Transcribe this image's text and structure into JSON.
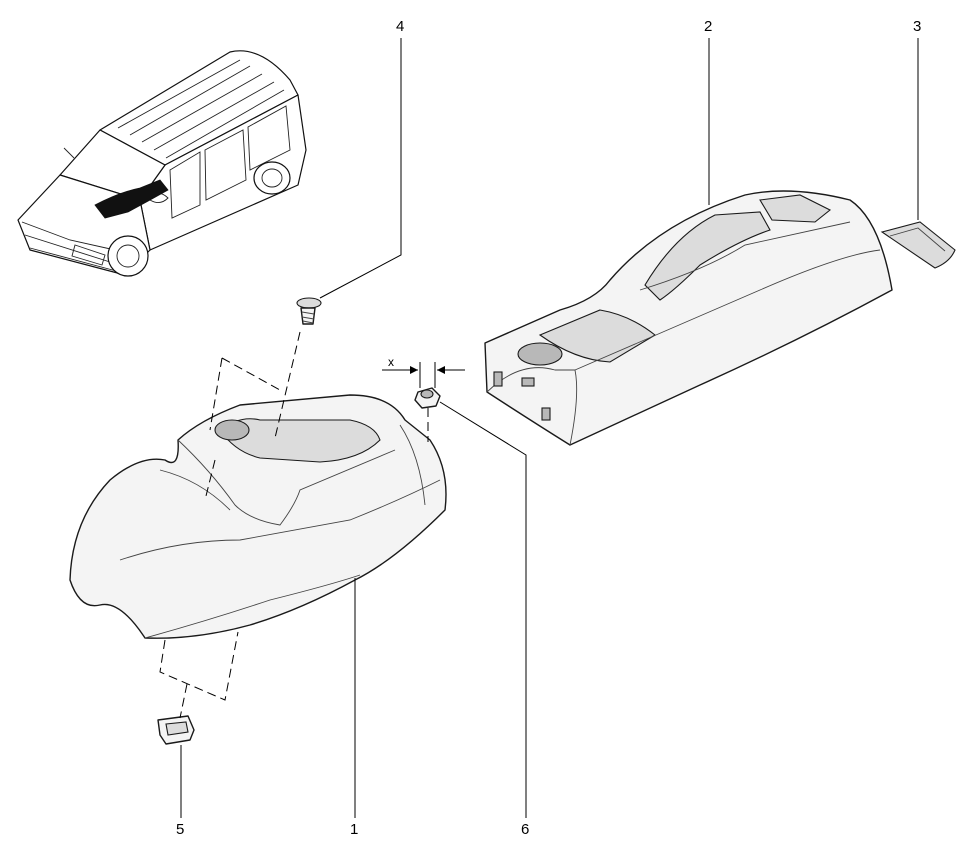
{
  "callouts": [
    {
      "id": "1",
      "label": "1"
    },
    {
      "id": "2",
      "label": "2"
    },
    {
      "id": "3",
      "label": "3"
    },
    {
      "id": "4",
      "label": "4"
    },
    {
      "id": "5",
      "label": "5"
    },
    {
      "id": "6",
      "label": "6"
    }
  ],
  "dimension_label": "x"
}
